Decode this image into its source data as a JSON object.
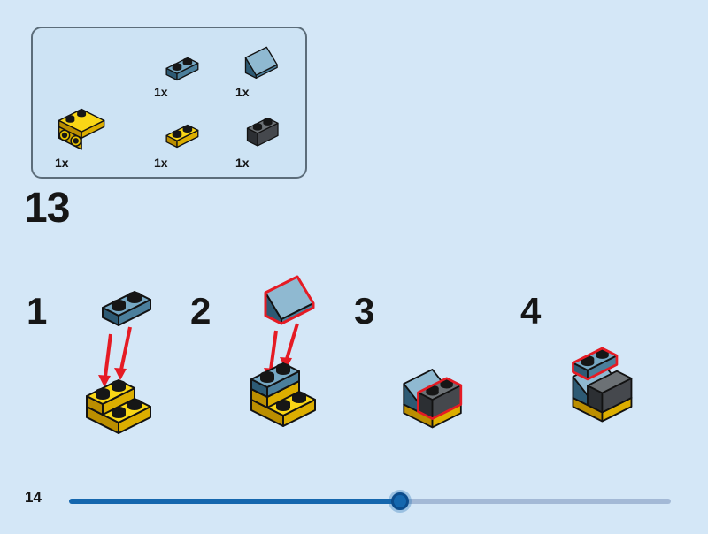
{
  "app": {
    "type": "lego-building-instructions-viewer"
  },
  "parts_panel": {
    "parts": [
      {
        "id": "blue-plate-1x2",
        "count": "1x"
      },
      {
        "id": "blue-slope-1x2",
        "count": "1x"
      },
      {
        "id": "yellow-bracket-1x2",
        "count": "1x"
      },
      {
        "id": "yellow-plate-1x2",
        "count": "1x"
      },
      {
        "id": "dark-gray-brick-1x2",
        "count": "1x"
      }
    ]
  },
  "step": {
    "number": "13"
  },
  "substeps": [
    {
      "number": "1"
    },
    {
      "number": "2"
    },
    {
      "number": "3"
    },
    {
      "number": "4"
    }
  ],
  "footer": {
    "page_number": "14",
    "progress_percent": 55
  },
  "colors": {
    "background": "#d4e7f7",
    "panel_border": "#5c6d7a",
    "highlight_red": "#e51b24",
    "brick_blue": "#76a8c4",
    "brick_yellow": "#f9d616",
    "brick_dark_gray": "#45484d",
    "stud_black": "#161616",
    "progress_fill": "#1567ae",
    "progress_track": "#a3b9d6"
  }
}
